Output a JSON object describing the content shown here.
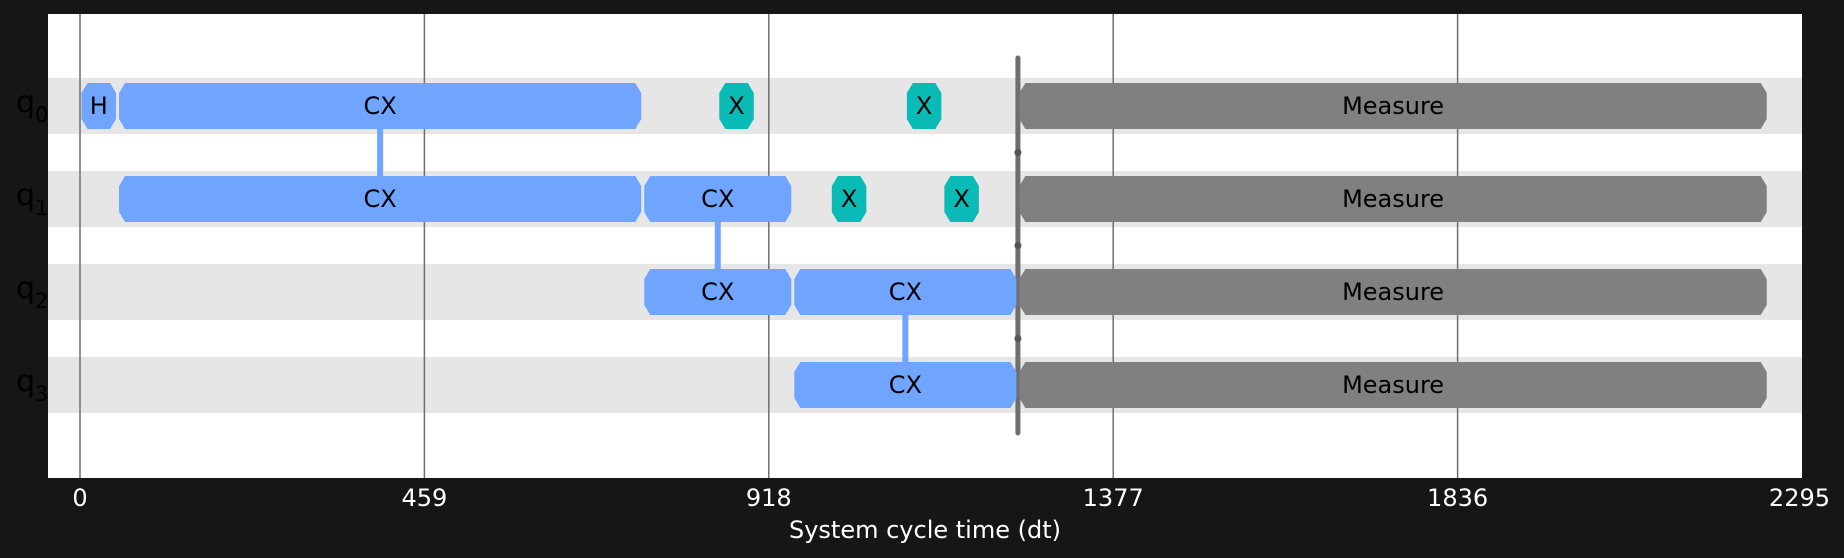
{
  "chart_data": {
    "type": "timeline",
    "xlabel": "System cycle time (dt)",
    "xlim": [
      0,
      2295
    ],
    "xticks": [
      0,
      459,
      918,
      1377,
      1836,
      2295
    ],
    "grid": true,
    "qubits": [
      {
        "name": "q",
        "index": "0"
      },
      {
        "name": "q",
        "index": "1"
      },
      {
        "name": "q",
        "index": "2"
      },
      {
        "name": "q",
        "index": "3"
      }
    ],
    "gates": [
      {
        "qubit": 0,
        "label": "H",
        "start": 0,
        "end": 50,
        "kind": "single"
      },
      {
        "qubit": 0,
        "label": "CX",
        "start": 50,
        "end": 750,
        "kind": "cx"
      },
      {
        "qubit": 1,
        "label": "CX",
        "start": 50,
        "end": 750,
        "kind": "cx"
      },
      {
        "qubit": 1,
        "label": "CX",
        "start": 750,
        "end": 950,
        "kind": "cx"
      },
      {
        "qubit": 2,
        "label": "CX",
        "start": 750,
        "end": 950,
        "kind": "cx"
      },
      {
        "qubit": 2,
        "label": "CX",
        "start": 950,
        "end": 1250,
        "kind": "cx"
      },
      {
        "qubit": 3,
        "label": "CX",
        "start": 950,
        "end": 1250,
        "kind": "cx"
      },
      {
        "qubit": 0,
        "label": "X",
        "start": 850,
        "end": 900,
        "kind": "x"
      },
      {
        "qubit": 0,
        "label": "X",
        "start": 1100,
        "end": 1150,
        "kind": "x"
      },
      {
        "qubit": 1,
        "label": "X",
        "start": 1000,
        "end": 1050,
        "kind": "x"
      },
      {
        "qubit": 1,
        "label": "X",
        "start": 1150,
        "end": 1200,
        "kind": "x"
      },
      {
        "qubit": 0,
        "label": "Measure",
        "start": 1250,
        "end": 2250,
        "kind": "measure"
      },
      {
        "qubit": 1,
        "label": "Measure",
        "start": 1250,
        "end": 2250,
        "kind": "measure"
      },
      {
        "qubit": 2,
        "label": "Measure",
        "start": 1250,
        "end": 2250,
        "kind": "measure"
      },
      {
        "qubit": 3,
        "label": "Measure",
        "start": 1250,
        "end": 2250,
        "kind": "measure"
      }
    ],
    "links": [
      {
        "time": 400,
        "from": 0,
        "to": 1
      },
      {
        "time": 850,
        "from": 1,
        "to": 2
      },
      {
        "time": 1100,
        "from": 2,
        "to": 3
      }
    ],
    "barrier": {
      "time": 1250,
      "from": 0,
      "to": 3
    },
    "colors": {
      "cx": "#6fa4ff",
      "single": "#6fa4ff",
      "x": "#0abab5",
      "measure": "#808080",
      "row_band": "#e6e6e6",
      "barrier": "#6e6e6e",
      "grid": "#6e6e6e",
      "plot_bg": "#ffffff",
      "fig_bg": "#161616"
    }
  }
}
